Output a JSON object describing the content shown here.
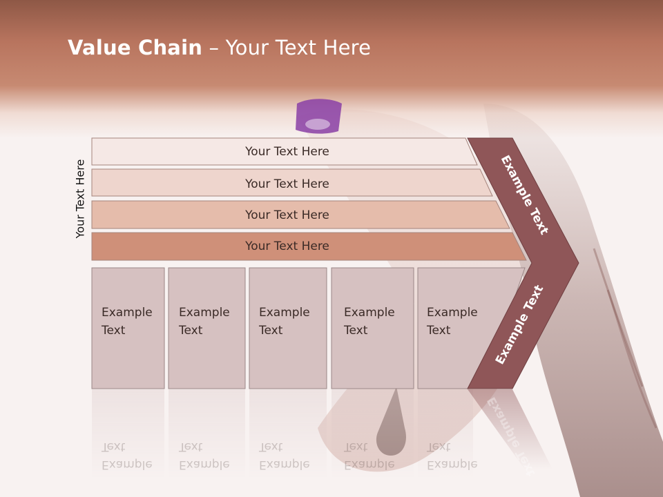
{
  "slide": {
    "title_bold": "Value Chain",
    "title_rest": " – Your Text Here",
    "side_label": "Your Text Here"
  },
  "rows": [
    {
      "label": "Your Text Here",
      "fill": "#f5e8e5"
    },
    {
      "label": "Your Text Here",
      "fill": "#eed5cd"
    },
    {
      "label": "Your Text Here",
      "fill": "#e5bcab"
    },
    {
      "label": "Your Text Here",
      "fill": "#cf9079"
    }
  ],
  "boxes": [
    {
      "line1": "Example",
      "line2": "Text"
    },
    {
      "line1": "Example",
      "line2": "Text"
    },
    {
      "line1": "Example",
      "line2": "Text"
    },
    {
      "line1": "Example",
      "line2": "Text"
    },
    {
      "line1": "Example",
      "line2": "Text"
    }
  ],
  "chevron": {
    "upper": "Example Text",
    "lower": "Example Text",
    "fill": "#8f5658"
  },
  "colors": {
    "box_fill": "#d6c1c1",
    "box_border": "#9a8686",
    "title": "#ffffff"
  }
}
